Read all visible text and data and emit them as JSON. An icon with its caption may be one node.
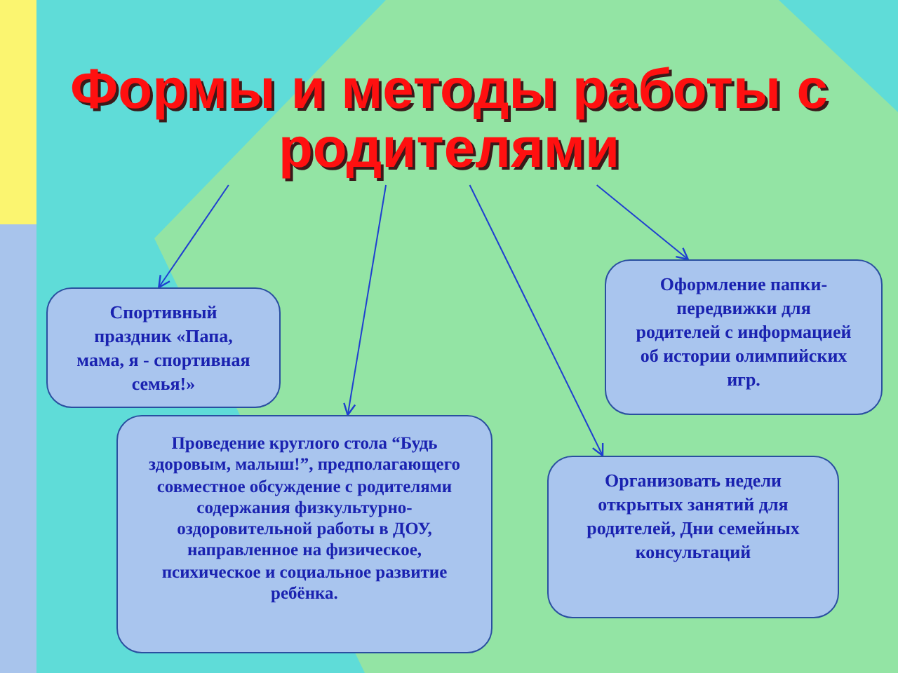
{
  "diagram": {
    "nodes": [
      {
        "text": [
          "Формы и методы работы с родителями"
        ]
      },
      {
        "text": [
          "Спортивный праздник «Папа, мама, я - спортивная семья!»"
        ]
      },
      {
        "text": [
          "Проведение круглого стола “Будь здоровым, малыш!”, предполагающего совместное обсуждение с родителями содержания физкультурно-оздоровительной работы в ДОУ, направленное на физическое, психическое и социальное развитие ребёнка."
        ]
      },
      {
        "text": [
          "Оформление папки-передвижки для родителей с информацией об истории олимпийских игр."
        ]
      },
      {
        "text": [
          "Организовать недели открытых занятий для родителей, Дни семейных консультаций"
        ]
      }
    ],
    "edges": [
      {
        "from": 0,
        "to": 1,
        "arrow": "to"
      },
      {
        "from": 0,
        "to": 2,
        "arrow": "to"
      },
      {
        "from": 0,
        "to": 4,
        "arrow": "to"
      },
      {
        "from": 0,
        "to": 3,
        "arrow": "to"
      }
    ]
  }
}
